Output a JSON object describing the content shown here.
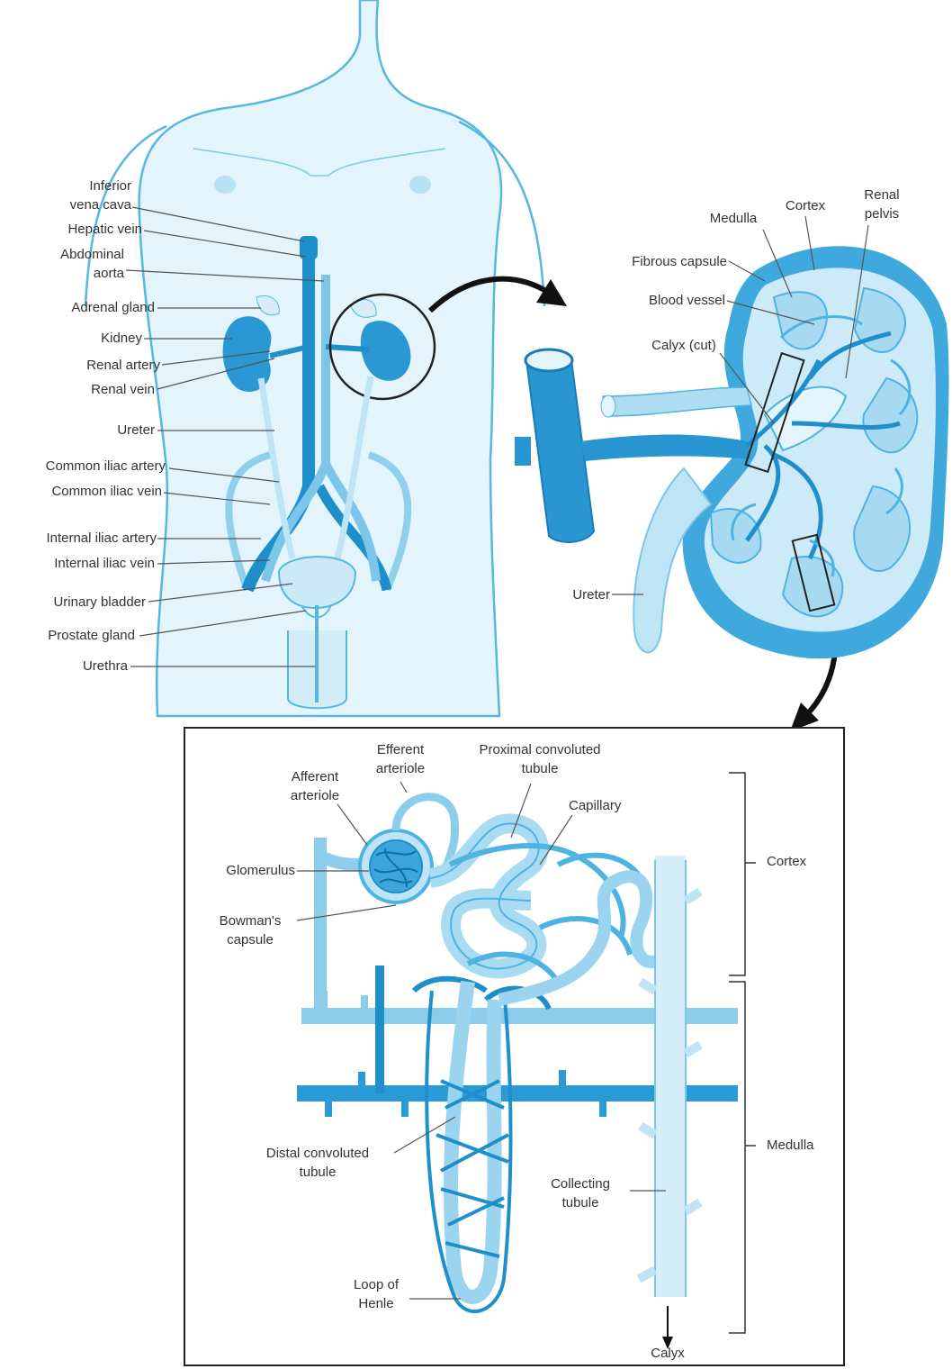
{
  "colors": {
    "body_fill": "#dff2fb",
    "body_outline": "#56b8e0",
    "vessel_dark": "#1f8fcc",
    "vessel_mid": "#4eb3e2",
    "vessel_light": "#bfe4f5",
    "text": "#333333",
    "frame": "#222222"
  },
  "body_labels": {
    "inferior_vena_cava": "Inferior\nvena cava",
    "hepatic_vein": "Hepatic vein",
    "abdominal_aorta": "Abdominal\naorta",
    "adrenal_gland": "Adrenal gland",
    "kidney": "Kidney",
    "renal_artery": "Renal artery",
    "renal_vein": "Renal vein",
    "ureter": "Ureter",
    "common_iliac_artery": "Common iliac artery",
    "common_iliac_vein": "Common iliac vein",
    "internal_iliac_artery": "Internal iliac artery",
    "internal_iliac_vein": "Internal iliac vein",
    "urinary_bladder": "Urinary bladder",
    "prostate_gland": "Prostate gland",
    "urethra": "Urethra"
  },
  "kidney_labels": {
    "medulla": "Medulla",
    "cortex": "Cortex",
    "renal_pelvis": "Renal\npelvis",
    "fibrous_capsule": "Fibrous capsule",
    "blood_vessel": "Blood vessel",
    "calyx_cut": "Calyx (cut)",
    "ureter": "Ureter"
  },
  "nephron_labels": {
    "efferent_arteriole": "Efferent\narteriole",
    "proximal_convoluted_tubule": "Proximal convoluted\ntubule",
    "afferent_arteriole": "Afferent\narteriole",
    "capillary": "Capillary",
    "glomerulus": "Glomerulus",
    "bowmans_capsule": "Bowman's\ncapsule",
    "cortex": "Cortex",
    "medulla": "Medulla",
    "distal_convoluted_tubule": "Distal convoluted\ntubule",
    "collecting_tubule": "Collecting\ntubule",
    "loop_of_henle": "Loop of\nHenle",
    "calyx": "Calyx"
  }
}
